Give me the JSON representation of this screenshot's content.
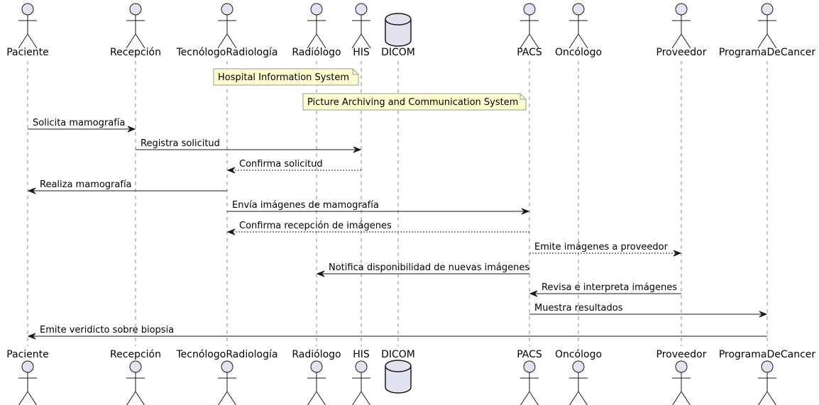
{
  "participants": [
    {
      "id": "paciente",
      "label": "Paciente",
      "kind": "actor"
    },
    {
      "id": "recepcion",
      "label": "Recepción",
      "kind": "actor"
    },
    {
      "id": "tecnologo",
      "label": "TecnólogoRadiología",
      "kind": "actor"
    },
    {
      "id": "radiologo",
      "label": "Radiólogo",
      "kind": "actor"
    },
    {
      "id": "his",
      "label": "HIS",
      "kind": "actor"
    },
    {
      "id": "dicom",
      "label": "DICOM",
      "kind": "database"
    },
    {
      "id": "pacs",
      "label": "PACS",
      "kind": "actor"
    },
    {
      "id": "oncologo",
      "label": "Oncólogo",
      "kind": "actor"
    },
    {
      "id": "proveedor",
      "label": "Proveedor",
      "kind": "actor"
    },
    {
      "id": "programa",
      "label": "ProgramaDeCancer",
      "kind": "actor"
    }
  ],
  "notes": [
    {
      "text": "Hospital Information System",
      "over": "his"
    },
    {
      "text": "Picture Archiving and Communication System",
      "over": "pacs"
    }
  ],
  "messages": [
    {
      "from": "paciente",
      "to": "recepcion",
      "text": "Solicita mamografía",
      "style": "solid"
    },
    {
      "from": "recepcion",
      "to": "his",
      "text": "Registra solicitud",
      "style": "solid"
    },
    {
      "from": "his",
      "to": "tecnologo",
      "text": "Confirma solicitud",
      "style": "dashed"
    },
    {
      "from": "tecnologo",
      "to": "paciente",
      "text": "Realiza mamografía",
      "style": "solid"
    },
    {
      "from": "tecnologo",
      "to": "pacs",
      "text": "Envía imágenes de mamografía",
      "style": "solid"
    },
    {
      "from": "pacs",
      "to": "tecnologo",
      "text": "Confirma recepción de imágenes",
      "style": "dashed"
    },
    {
      "from": "pacs",
      "to": "proveedor",
      "text": "Emite imágenes a proveedor",
      "style": "dashed"
    },
    {
      "from": "pacs",
      "to": "radiologo",
      "text": "Notifica disponibilidad de nuevas imágenes",
      "style": "solid"
    },
    {
      "from": "proveedor",
      "to": "pacs",
      "text": "Revisa e interpreta imágenes",
      "style": "solid"
    },
    {
      "from": "pacs",
      "to": "programa",
      "text": "Muestra resultados",
      "style": "solid"
    },
    {
      "from": "programa",
      "to": "paciente",
      "text": "Emite veridicto sobre biopsia",
      "style": "solid"
    }
  ],
  "colors": {
    "participant_fill": "#e2e2f0",
    "participant_stroke": "#181818",
    "note_fill": "#fefece",
    "note_stroke": "#999999",
    "lifeline": "#888888"
  }
}
